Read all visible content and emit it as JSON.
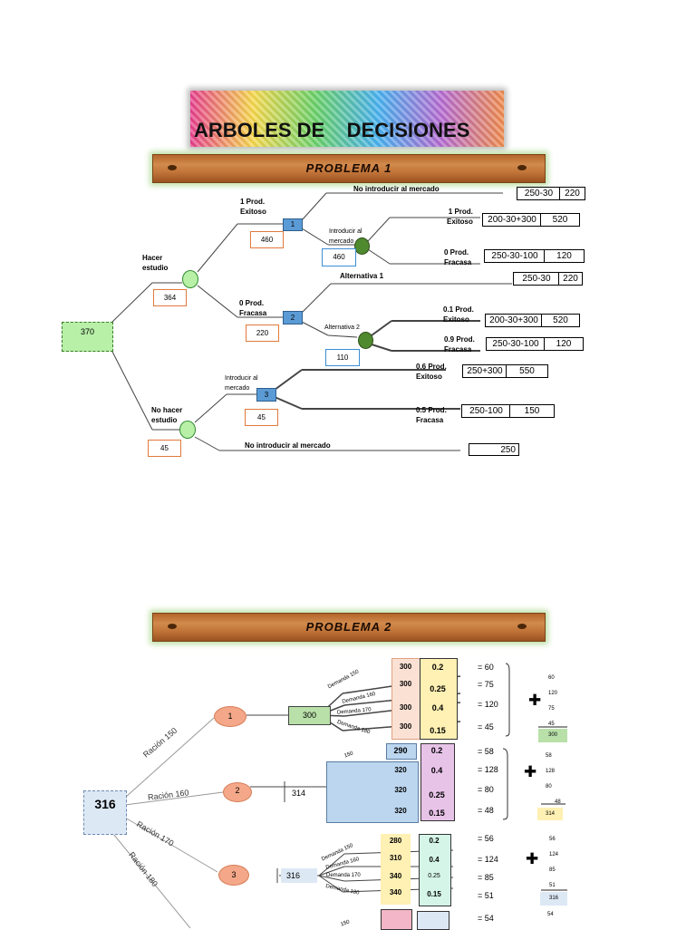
{
  "title": "ARBOLES DE    DECISIONES",
  "problem1": {
    "banner": "PROBLEMA 1",
    "root_value": "370",
    "hacer_estudio": "Hacer\nestudio",
    "hacer_value": "364",
    "no_hacer_estudio": "No hacer\nestudio",
    "no_hacer_value": "45",
    "prod_exitoso_1": "1 Prod.\nExitoso",
    "node1": "1",
    "node1_value": "460",
    "no_introducir_1": "No introducir al mercado",
    "no_introducir_1_formula": "250-30",
    "no_introducir_1_result": "220",
    "introducir_1": "Introducir al\nmercado",
    "introducir_1_value": "460",
    "exitoso_a": "1 Prod.\nExitoso",
    "exitoso_a_formula": "200-30+300",
    "exitoso_a_result": "520",
    "fracasa_a": "0 Prod.\nFracasa",
    "fracasa_a_formula": "250-30-100",
    "fracasa_a_result": "120",
    "prod_fracasa_0": "0 Prod.\nFracasa",
    "node2": "2",
    "node2_value": "220",
    "alternativa1": "Alternativa 1",
    "alternativa1_formula": "250-30",
    "alternativa1_result": "220",
    "alternativa2": "Alternativa 2",
    "alternativa2_value": "110",
    "exitoso_b": "0.1 Prod.\nExitoso",
    "exitoso_b_formula": "200-30+300",
    "exitoso_b_result": "520",
    "fracasa_b": "0.9 Prod.\nFracasa",
    "fracasa_b_formula": "250-30-100",
    "fracasa_b_result": "120",
    "introducir_3": "Introducir al\nmercado",
    "node3": "3",
    "node3_value": "45",
    "exitoso_c": "0.6 Prod.\nExitoso",
    "exitoso_c_formula": "250+300",
    "exitoso_c_result": "550",
    "fracasa_c": "0.5 Prod.\nFracasa",
    "fracasa_c_formula": "250-100",
    "fracasa_c_result": "150",
    "no_introducir_3": "No introducir al mercado",
    "no_introducir_3_result": "250"
  },
  "problem2": {
    "banner": "PROBLEMA 2",
    "root_value": "316",
    "racion150": "Ración 150",
    "racion160": "Ración 160",
    "racion170": "Ración 170",
    "racion180": "Ración 180",
    "n1": "1",
    "n2": "2",
    "n3": "3",
    "n1_value": "300",
    "n2_value": "314",
    "n3_value": "316",
    "d150": "Demanda 150",
    "d160": "Demanda 160",
    "d170": "Demanda 170",
    "d180": "Demanda 180",
    "g1": [
      {
        "val": "300",
        "prob": "0.2",
        "res": "= 60"
      },
      {
        "val": "300",
        "prob": "0.25",
        "res": "= 75"
      },
      {
        "val": "300",
        "prob": "0.4",
        "res": "= 120"
      },
      {
        "val": "300",
        "prob": "0.15",
        "res": "= 45"
      }
    ],
    "g1_sum": [
      "60",
      "120",
      "75",
      "45"
    ],
    "g1_total": "300",
    "g2": [
      {
        "val": "290",
        "prob": "0.2",
        "res": "= 58"
      },
      {
        "val": "320",
        "prob": "0.4",
        "res": "= 128"
      },
      {
        "val": "320",
        "prob": "0.25",
        "res": "= 80"
      },
      {
        "val": "320",
        "prob": "0.15",
        "res": "= 48"
      }
    ],
    "g2_label": "150",
    "g2_sum": [
      "58",
      "128",
      "80",
      "48"
    ],
    "g2_total": "314",
    "g3": [
      {
        "val": "280",
        "prob": "0.2",
        "res": "= 56"
      },
      {
        "val": "310",
        "prob": "0.4",
        "res": "= 124"
      },
      {
        "val": "340",
        "prob": "0.25",
        "res": "= 85"
      },
      {
        "val": "340",
        "prob": "0.15",
        "res": "= 51"
      }
    ],
    "g3_sum": [
      "56",
      "124",
      "85",
      "51"
    ],
    "g3_total": "316",
    "g4_res": "= 54",
    "g4_sum": "54",
    "g4_label": "150",
    "plus": "✚"
  }
}
